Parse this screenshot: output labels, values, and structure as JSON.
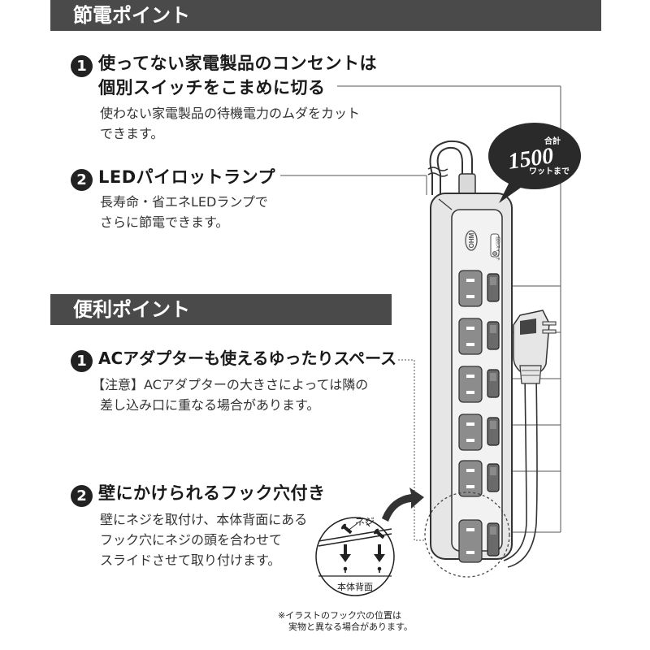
{
  "section_saving": {
    "title": "節電ポイント",
    "items": [
      {
        "num": "1",
        "heading_line1": "使ってない家電製品のコンセントは",
        "heading_line2": "個別スイッチをこまめに切る",
        "body_line1": "使わない家電製品の待機電力のムダをカット",
        "body_line2": "できます。"
      },
      {
        "num": "2",
        "heading_line1": "LEDパイロットランプ",
        "body_line1": "長寿命・省エネLEDランプで",
        "body_line2": "さらに節電できます。"
      }
    ]
  },
  "section_convenience": {
    "title": "便利ポイント",
    "items": [
      {
        "num": "1",
        "heading_line1": "ACアダプターも使えるゆったりスペース",
        "body_line1": "【注意】ACアダプターの大きさによっては隣の",
        "body_line2": "差し込み口に重なる場合があります。"
      },
      {
        "num": "2",
        "heading_line1": "壁にかけられるフック穴付き",
        "body_line1": "壁にネジを取付け、本体背面にある",
        "body_line2": "フック穴にネジの頭を合わせて",
        "body_line3": "スライドさせて取り付けます。"
      }
    ]
  },
  "bubble": {
    "top": "合計",
    "number": "1500",
    "unit": "ワットまで"
  },
  "strip": {
    "brand": "OHM",
    "switch_label": "個別スイッチ",
    "outlet_count": 6
  },
  "inset": {
    "screw_label": "ネジ",
    "back_label": "本体背面"
  },
  "footnote": {
    "line1": "※イラストのフック穴の位置は",
    "line2": "実物と異なる場合があります。"
  },
  "colors": {
    "band": "#4a4a4a",
    "strip_body": "#e6e6e6",
    "outlet": "#8c8c8c",
    "switch": "#6a6a6a",
    "bubble": "#2a2a2a"
  }
}
